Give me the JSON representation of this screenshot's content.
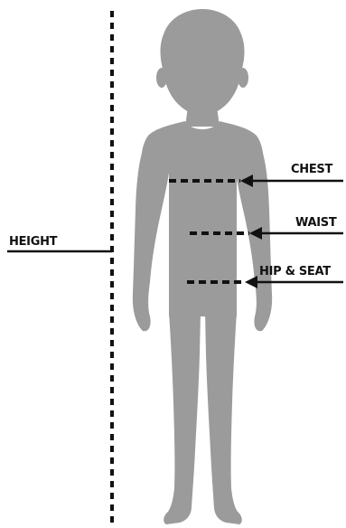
{
  "diagram": {
    "labels": {
      "height": "HEIGHT",
      "chest": "CHEST",
      "waist": "WAIST",
      "hip_seat": "HIP & SEAT"
    },
    "figure": {
      "subject": "child-silhouette-icon",
      "color": "#9b9b9b"
    },
    "line_color": "#111111"
  }
}
